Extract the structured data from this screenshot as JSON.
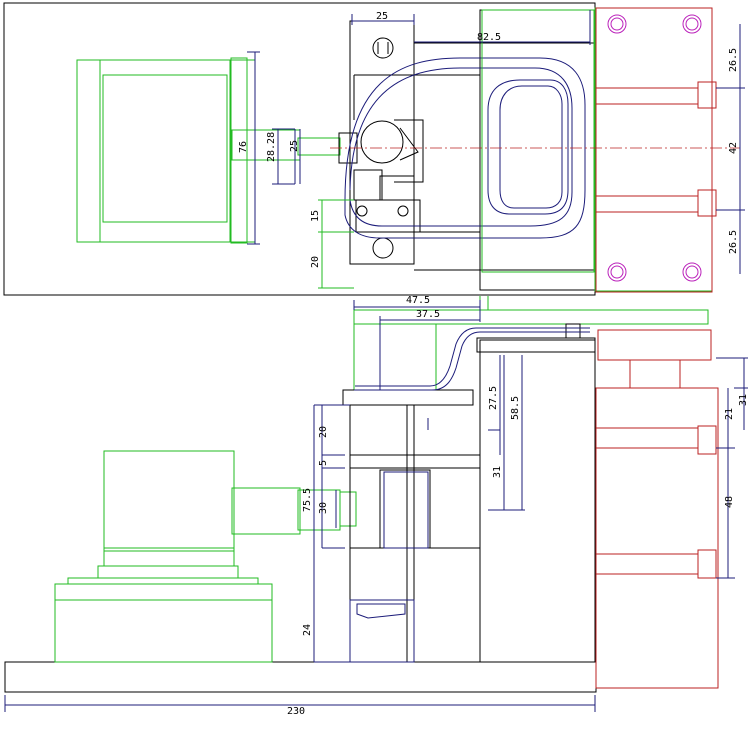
{
  "dimensions": {
    "top_25": "25",
    "top_82_5": "82.5",
    "top_76": "76",
    "top_28_28": "28.28",
    "top_25_shaft": "25",
    "top_15": "15",
    "top_20": "20",
    "right_26_5_top": "26.5",
    "right_42": "42",
    "right_26_5_bottom": "26.5",
    "front_47_5": "47.5",
    "front_37_5": "37.5",
    "front_27_5": "27.5",
    "front_58_5": "58.5",
    "front_31_inner": "31",
    "front_20": "20",
    "front_5": "5",
    "front_75_5": "75.5",
    "front_30": "30",
    "front_24": "24",
    "right_31": "31",
    "right_21": "21",
    "right_48": "48",
    "base_230": "230"
  },
  "colors": {
    "outline": "#000000",
    "motor": "#22bb22",
    "parts": "#1c1c7a",
    "fixture": "#bb2222",
    "holes": "#bb22bb"
  }
}
